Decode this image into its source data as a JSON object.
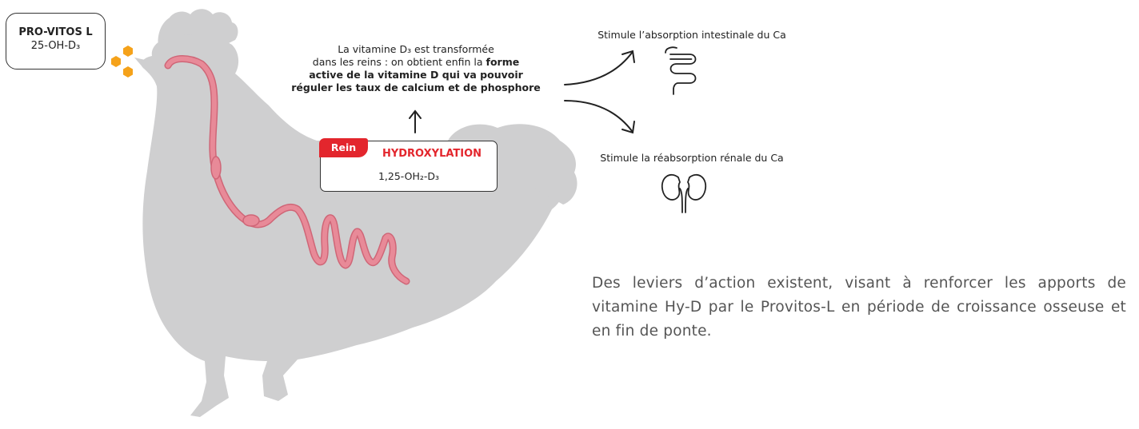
{
  "product": {
    "name": "PRO-VITOS L",
    "formula": "25-OH-D₃"
  },
  "explanation": {
    "line1": "La vitamine D₃ est transformée",
    "line2_plain": "dans les reins : on obtient enfin la ",
    "line2_bold": "forme",
    "line3_bold": "active de la vitamine D qui va pouvoir",
    "line4_bold": "réguler les taux de calcium et de phosphore"
  },
  "kidney_step": {
    "tag": "Rein",
    "title": "HYDROXYLATION",
    "formula": "1,25-OH₂-D₃"
  },
  "effects": [
    {
      "label": "Stimule l’absorption intestinale du Ca",
      "icon": "intestine-icon"
    },
    {
      "label": "Stimule la réabsorption rénale du Ca",
      "icon": "kidneys-icon"
    }
  ],
  "conclusion": "Des leviers d’action existent, visant à renforcer les apports de vitamine Hy-D par le Provitos-L en période de croissance osseuse et en fin de ponte.",
  "colors": {
    "silhouette": "#cfcfd0",
    "gut": "#e88a98",
    "gut_dark": "#cf6677",
    "accent_red": "#e3262d",
    "pellet": "#f5a21a",
    "ink": "#222222"
  }
}
